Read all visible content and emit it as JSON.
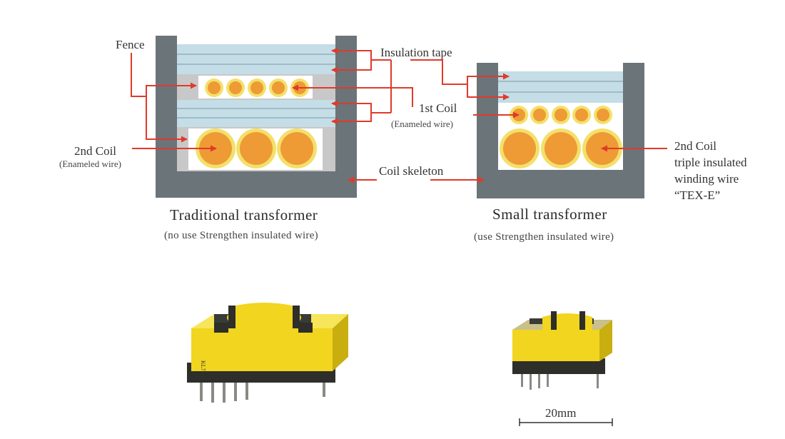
{
  "labels": {
    "fence": "Fence",
    "insulation_tape": "Insulation tape",
    "first_coil": "1st Coil",
    "first_coil_sub": "(Enameled wire)",
    "second_coil_left": "2nd Coil",
    "second_coil_left_sub": "(Enameled wire)",
    "coil_skeleton": "Coil skeleton",
    "second_coil_right_lines": [
      "2nd Coil",
      "triple insulated",
      "winding wire",
      "“TEX-E”"
    ]
  },
  "traditional": {
    "title": "Traditional transformer",
    "subtitle": "(no use Strengthen insulated wire)"
  },
  "small": {
    "title": "Small transformer",
    "subtitle": "(use Strengthen insulated wire)"
  },
  "photo": {
    "part_marking": "KL74  K"
  },
  "scale_bar": {
    "label": "20mm"
  },
  "colors": {
    "skeleton": "#6b7479",
    "tape": "#c4dde6",
    "tape_line": "#8aa9b5",
    "fence": "#c8c8c8",
    "coil_core": "#ee9a35",
    "coil_ring": "#f3e06a",
    "arrow": "#e03a2a",
    "bobbin_yellow": "#f1d51f",
    "ferrite": "#3a3a36"
  }
}
